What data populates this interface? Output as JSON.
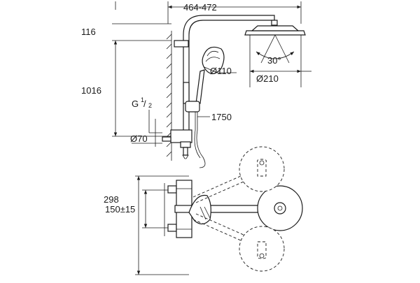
{
  "diagram": {
    "labels": {
      "head_arm_span": "464-472",
      "top_offset": "116",
      "total_height": "1016",
      "thread": "G",
      "thread_fraction_num": "1",
      "thread_fraction_den": "2",
      "outlet_diameter": "Ø70",
      "spray_angle": "30°",
      "handshower_diameter": "Ø110",
      "head_diameter": "Ø210",
      "hose_length": "1750",
      "depth": "298",
      "inlet_spacing": "150±15"
    }
  }
}
